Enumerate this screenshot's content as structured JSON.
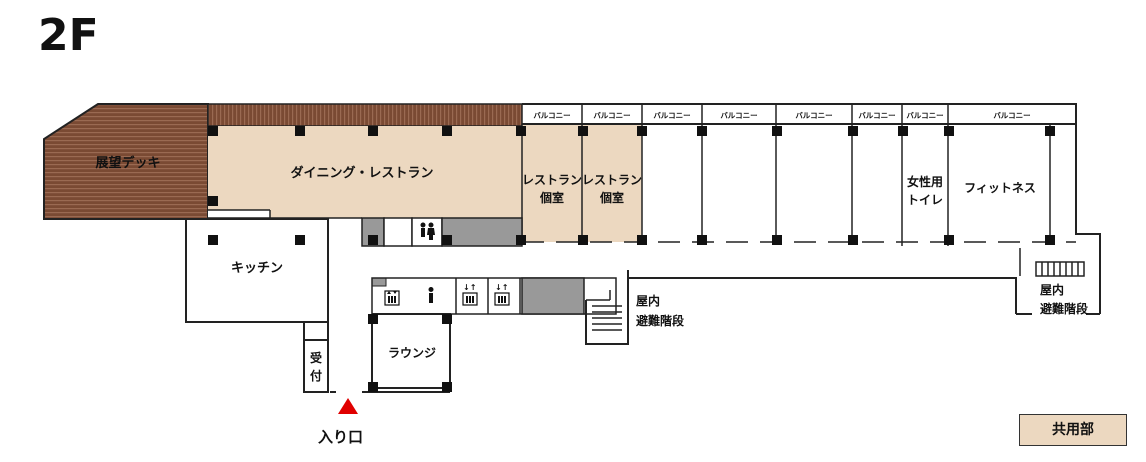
{
  "floor_title": "2F",
  "legend": {
    "label": "共用部",
    "color": "#ecd8c0"
  },
  "entrance": {
    "label": "入り口",
    "marker_color": "#e00000"
  },
  "colors": {
    "common_area": "#ecd8c0",
    "deck_wood": "#7a4a33",
    "deck_stripe": "#9a6a52",
    "equipment_gray": "#999999",
    "wall": "#222222"
  },
  "rooms": {
    "deck": "展望デッキ",
    "dining": "ダイニング・レストラン",
    "private_room_1": [
      "レストラン",
      "個室"
    ],
    "private_room_2": [
      "レストラン",
      "個室"
    ],
    "womens_toilet": [
      "女性用",
      "トイレ"
    ],
    "fitness": "フィットネス",
    "kitchen": "キッチン",
    "lounge": "ラウンジ",
    "reception": [
      "受",
      "付"
    ],
    "stair_inner": [
      "屋内",
      "避難階段"
    ],
    "stair_east": [
      "屋内",
      "避難階段"
    ]
  },
  "balconies": [
    "バルコニー",
    "バルコニー",
    "バルコニー",
    "バルコニー",
    "バルコニー",
    "バルコニー",
    "バルコニー",
    "バルコニー"
  ],
  "icons": [
    "toilet-icon",
    "person-icon",
    "elevator-icon",
    "elevator-icon",
    "elevator-icon"
  ]
}
